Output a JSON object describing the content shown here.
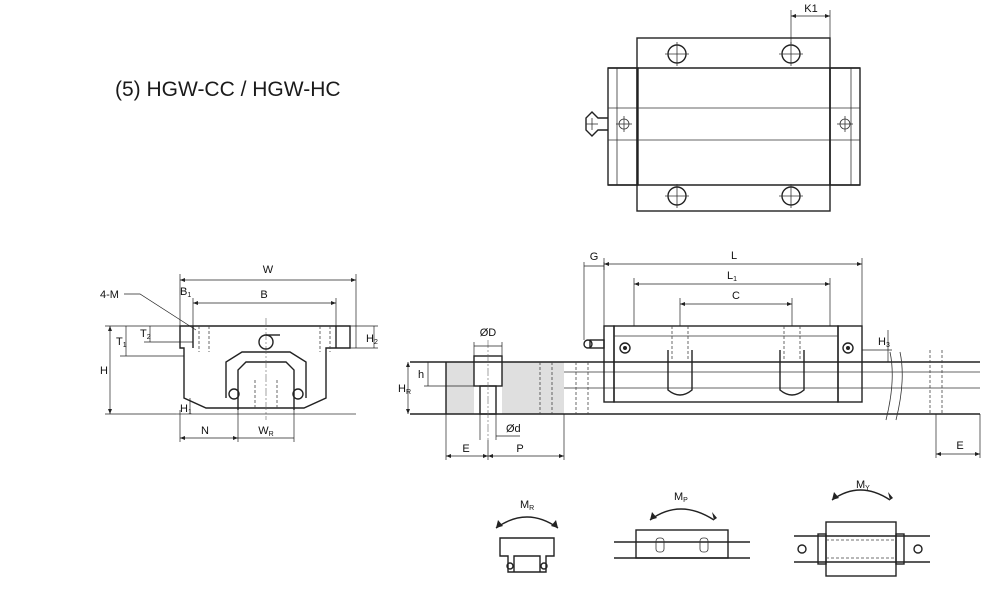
{
  "title": "(5) HGW-CC / HGW-HC",
  "labels": {
    "k1": "K1",
    "w": "W",
    "four_m": "4-M",
    "b1": "B",
    "b1_sub": "1",
    "b": "B",
    "t1": "T",
    "t1_sub": "1",
    "t2": "T",
    "t2_sub": "2",
    "h": "H",
    "h1": "H",
    "h1_sub": "1",
    "h2": "H",
    "h2_sub": "2",
    "n": "N",
    "wr": "W",
    "wr_sub": "R",
    "od": "ØD",
    "hr": "H",
    "hr_sub": "R",
    "h_small": "h",
    "d_small": "Ød",
    "e_left": "E",
    "p": "P",
    "g": "G",
    "l": "L",
    "l1": "L",
    "l1_sub": "1",
    "c": "C",
    "h3": "H",
    "h3_sub": "3",
    "e_right": "E",
    "mr": "M",
    "mr_sub": "R",
    "mp": "M",
    "mp_sub": "P",
    "my": "M",
    "my_sub": "Y"
  },
  "colors": {
    "line": "#222222",
    "shade": "#dfdfdf"
  }
}
